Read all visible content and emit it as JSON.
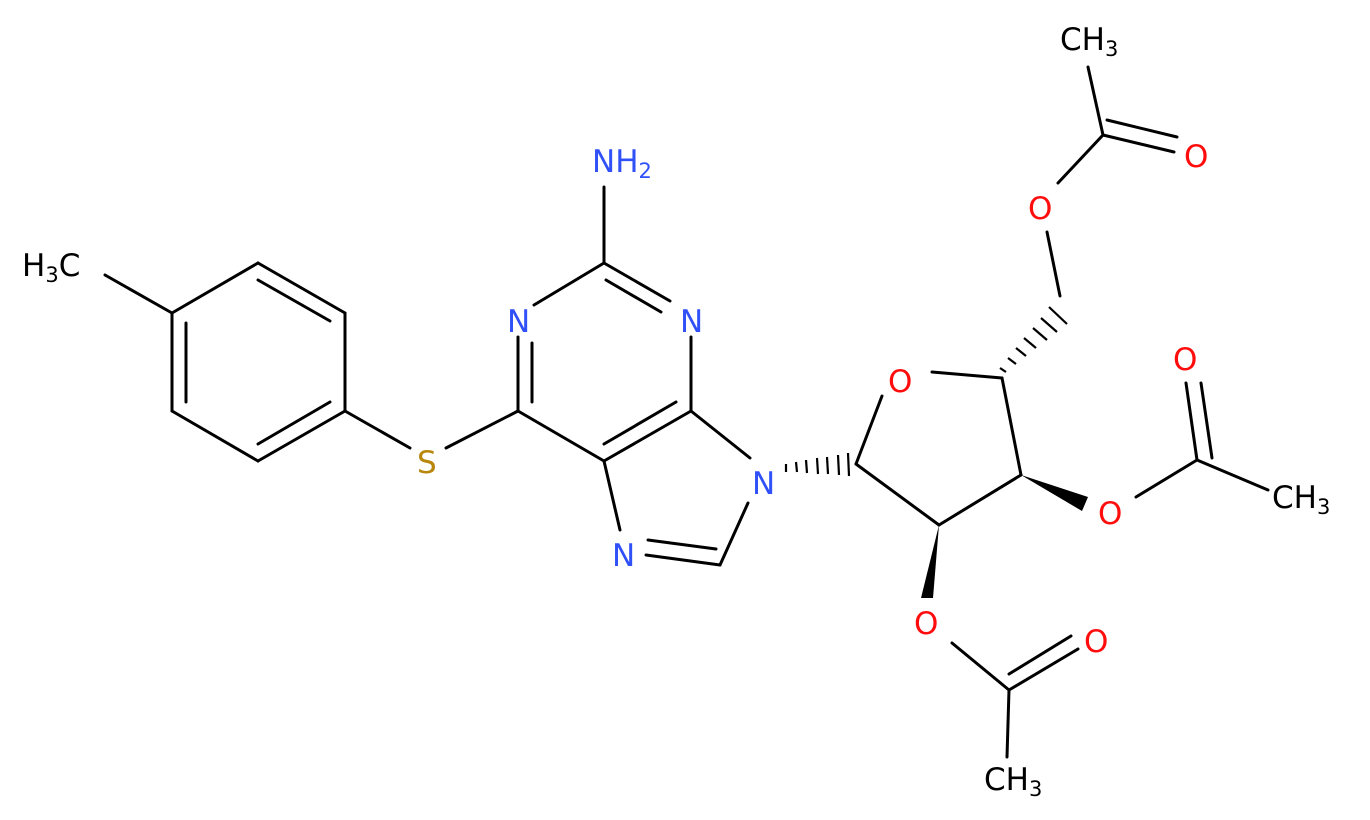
{
  "colors": {
    "background": "#ffffff",
    "bond": "#000000",
    "carbon": "#000000",
    "nitrogen": "#3050f8",
    "oxygen": "#ff0d0d",
    "sulfur": "#b8860b"
  },
  "labels": {
    "amine": {
      "main": "NH",
      "sub": "2"
    },
    "methyl_tolyl": {
      "main": "H",
      "sub": "3",
      "tail": "C"
    },
    "sulfur": "S",
    "n_pyr_left": "N",
    "n_pyr_right": "N",
    "n_imid_low": "N",
    "n9": "N",
    "o_ring": "O",
    "o_ester_5": "O",
    "o_carbonyl_5": "O",
    "methyl_5": {
      "main": "CH",
      "sub": "3"
    },
    "o_ester_3": "O",
    "o_carbonyl_3": "O",
    "methyl_3": {
      "main": "CH",
      "sub": "3"
    },
    "o_ester_2": "O",
    "o_carbonyl_2": "O",
    "methyl_2": {
      "main": "CH",
      "sub": "3"
    }
  }
}
